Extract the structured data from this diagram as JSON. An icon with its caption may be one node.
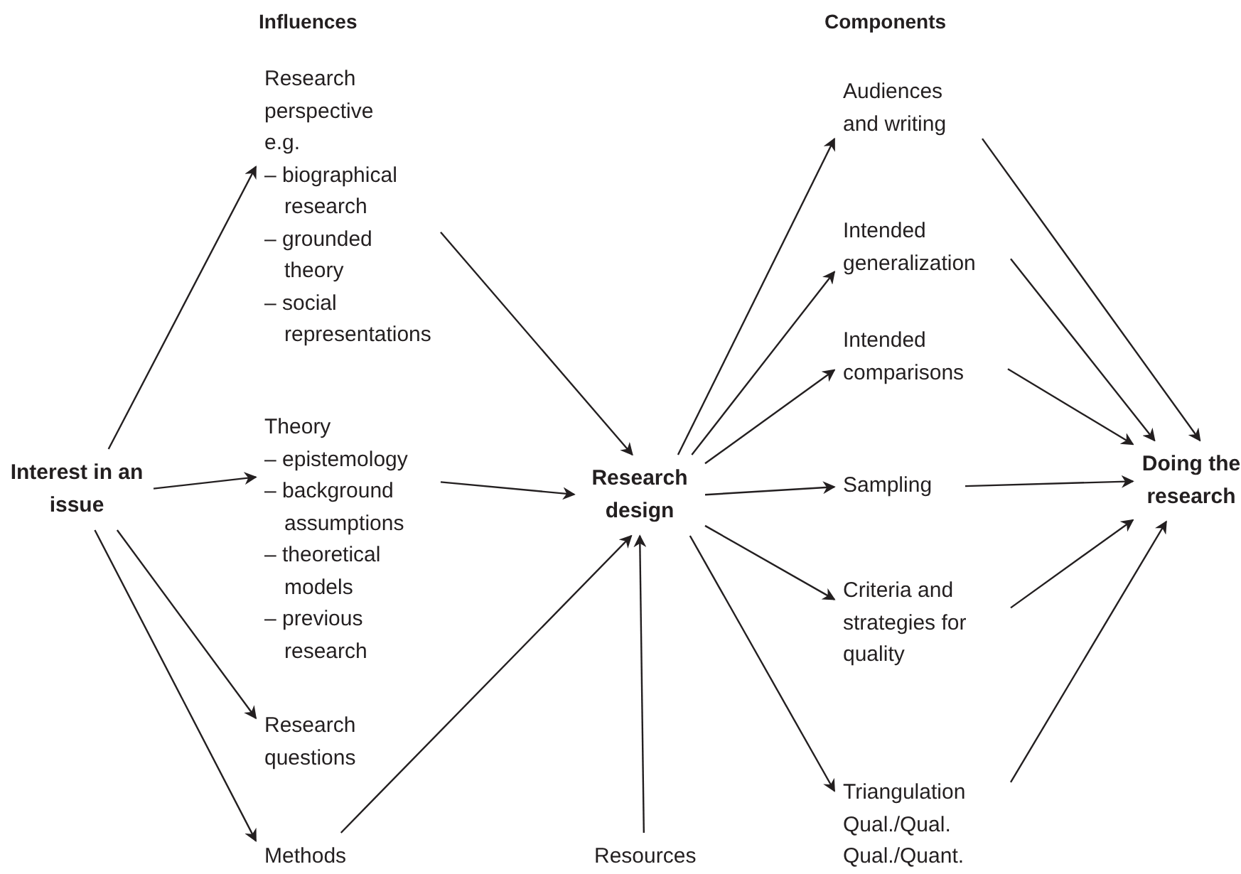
{
  "diagram": {
    "nodes": [
      {
        "text": [
          "Interest in an issue"
        ]
      },
      {
        "text": [
          "Research perspective",
          "e.g.",
          "– biographical research",
          "– grounded theory",
          "– social representations"
        ]
      },
      {
        "text": [
          "Theory",
          "– epistemology",
          "– background assumptions",
          "– theoretical models",
          "– previous research"
        ]
      },
      {
        "text": [
          "Research questions"
        ]
      },
      {
        "text": [
          "Methods"
        ]
      },
      {
        "text": [
          "Research design"
        ]
      },
      {
        "text": [
          "Resources"
        ]
      },
      {
        "text": [
          "Audiences and writing"
        ]
      },
      {
        "text": [
          "Intended generalization"
        ]
      },
      {
        "text": [
          "Intended comparisons"
        ]
      },
      {
        "text": [
          "Sampling"
        ]
      },
      {
        "text": [
          "Criteria and strategies for quality"
        ]
      },
      {
        "text": [
          "Triangulation",
          "Qual./Qual.",
          "Qual./Quant."
        ]
      },
      {
        "text": [
          "Doing the research"
        ]
      }
    ],
    "edges": [
      {
        "from": 0,
        "to": 1,
        "arrow": "to"
      },
      {
        "from": 0,
        "to": 2,
        "arrow": "to"
      },
      {
        "from": 0,
        "to": 3,
        "arrow": "to"
      },
      {
        "from": 0,
        "to": 4,
        "arrow": "to"
      },
      {
        "from": 1,
        "to": 5,
        "arrow": "to"
      },
      {
        "from": 2,
        "to": 5,
        "arrow": "to"
      },
      {
        "from": 4,
        "to": 5,
        "arrow": "to"
      },
      {
        "from": 6,
        "to": 5,
        "arrow": "to"
      },
      {
        "from": 5,
        "to": 7,
        "arrow": "to"
      },
      {
        "from": 5,
        "to": 8,
        "arrow": "to"
      },
      {
        "from": 5,
        "to": 9,
        "arrow": "to"
      },
      {
        "from": 5,
        "to": 10,
        "arrow": "to"
      },
      {
        "from": 5,
        "to": 11,
        "arrow": "to"
      },
      {
        "from": 5,
        "to": 12,
        "arrow": "to"
      },
      {
        "from": 7,
        "to": 13,
        "arrow": "to"
      },
      {
        "from": 8,
        "to": 13,
        "arrow": "to"
      },
      {
        "from": 9,
        "to": 13,
        "arrow": "to"
      },
      {
        "from": 10,
        "to": 13,
        "arrow": "to"
      },
      {
        "from": 11,
        "to": 13,
        "arrow": "to"
      },
      {
        "from": 12,
        "to": 13,
        "arrow": "to"
      }
    ],
    "labels": [
      "Influences",
      "Components"
    ]
  }
}
